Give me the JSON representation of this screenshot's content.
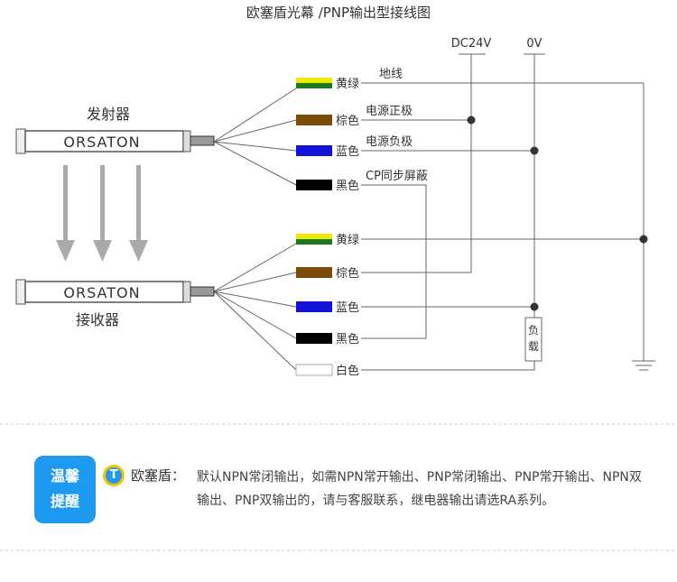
{
  "title": "欧塞盾光幕 /PNP输出型接线图",
  "emitter": {
    "label": "发射器",
    "brand": "ORSATON"
  },
  "receiver": {
    "label": "接收器",
    "brand": "ORSATON"
  },
  "power": {
    "dc24v": "DC24V",
    "zero_v": "0V"
  },
  "load_label": "负载",
  "emitter_wires": [
    {
      "color_name": "黄绿",
      "function": "地线"
    },
    {
      "color_name": "棕色",
      "function": "电源正极"
    },
    {
      "color_name": "蓝色",
      "function": "电源负极"
    },
    {
      "color_name": "黑色",
      "function": "CP同步屏蔽"
    }
  ],
  "receiver_wires": [
    {
      "color_name": "黄绿"
    },
    {
      "color_name": "棕色"
    },
    {
      "color_name": "蓝色"
    },
    {
      "color_name": "黑色"
    },
    {
      "color_name": "白色"
    }
  ],
  "tip": {
    "line1": "温馨",
    "line2": "提醒",
    "logo_letter": "T",
    "brand": "欧塞盾：",
    "text": "默认NPN常闭输出，如需NPN常开输出、PNP常闭输出、PNP常开输出、NPN双输出、PNP双输出的，请与客服联系，继电器输出请选RA系列。"
  },
  "colors": {
    "accent": "#1e9af0",
    "brown": "#7b4b0a",
    "blue": "#1212d8",
    "black": "#000000",
    "yellow": "#f0e800",
    "green": "#1a7a1a"
  }
}
